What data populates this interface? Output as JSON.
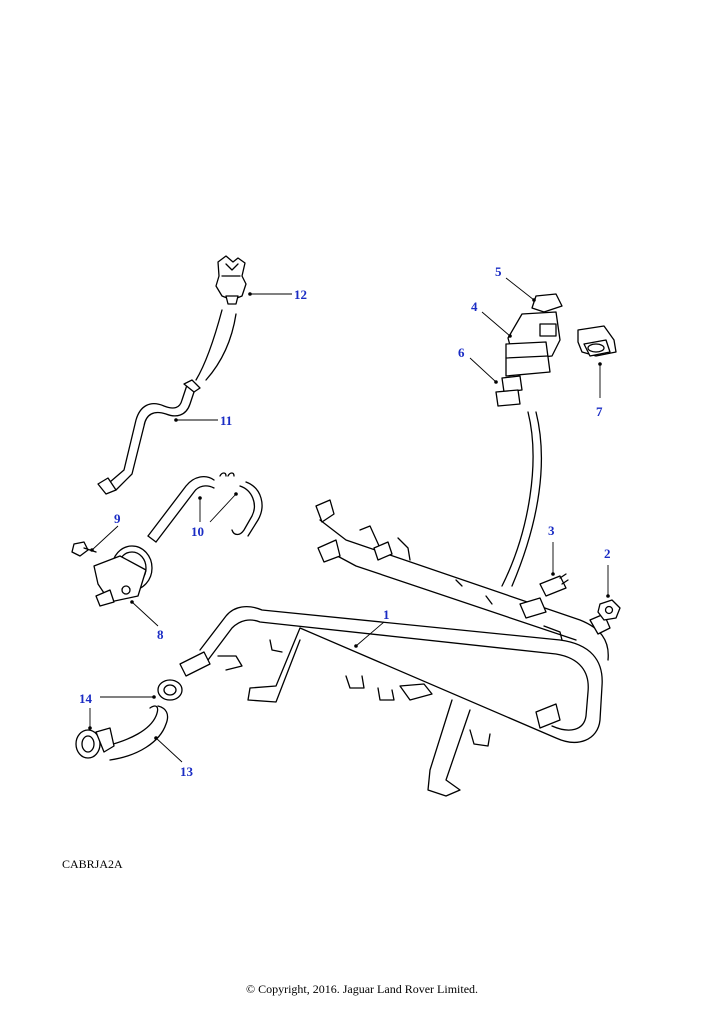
{
  "callouts": [
    {
      "id": "c1",
      "label": "1"
    },
    {
      "id": "c2",
      "label": "2"
    },
    {
      "id": "c3",
      "label": "3"
    },
    {
      "id": "c4",
      "label": "4"
    },
    {
      "id": "c5",
      "label": "5"
    },
    {
      "id": "c6",
      "label": "6"
    },
    {
      "id": "c7",
      "label": "7"
    },
    {
      "id": "c8",
      "label": "8"
    },
    {
      "id": "c9",
      "label": "9"
    },
    {
      "id": "c10",
      "label": "10"
    },
    {
      "id": "c11",
      "label": "11"
    },
    {
      "id": "c12",
      "label": "12"
    },
    {
      "id": "c13",
      "label": "13"
    },
    {
      "id": "c14",
      "label": "14"
    }
  ],
  "reference_code": "CABRJA2A",
  "copyright": "© Copyright, 2016. Jaguar Land Rover Limited.",
  "colors": {
    "callout": "#1a2cc4",
    "line": "#000000",
    "background": "#ffffff"
  }
}
